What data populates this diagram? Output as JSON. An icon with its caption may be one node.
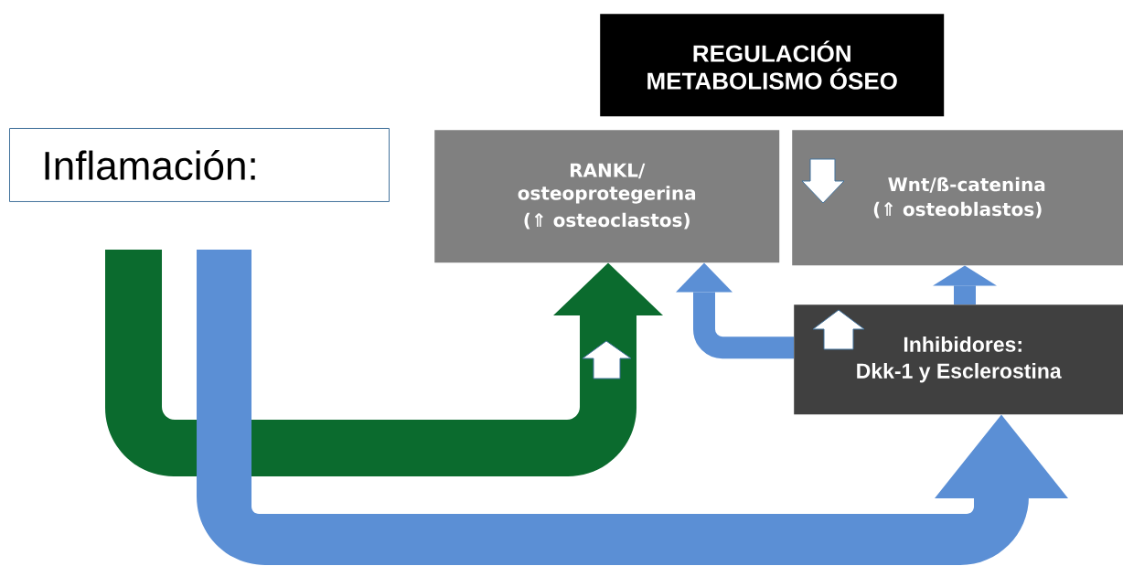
{
  "diagram": {
    "nodes": [
      {
        "text": [
          "Inflamación:"
        ]
      },
      {
        "text": [
          "REGULACIÓN METABOLISMO ÓSEO"
        ]
      },
      {
        "text": [
          "RANKL/ osteoprotegerina",
          "(⇑ osteoclastos)"
        ]
      },
      {
        "text": [
          "Wnt/ß-catenina",
          "(⇑ osteoblastos)"
        ]
      },
      {
        "text": [
          "Inhibidores: Dkk-1 y Esclerostina"
        ]
      }
    ],
    "edges": [
      {
        "from": 0,
        "to": 2,
        "arrow": "to",
        "style": "thick",
        "color": "#0b6b2e"
      },
      {
        "from": 0,
        "to": 4,
        "arrow": "to",
        "style": "thick"
      },
      {
        "from": 4,
        "to": 2,
        "arrow": "to"
      },
      {
        "from": 4,
        "to": 3,
        "arrow": "to"
      }
    ]
  }
}
